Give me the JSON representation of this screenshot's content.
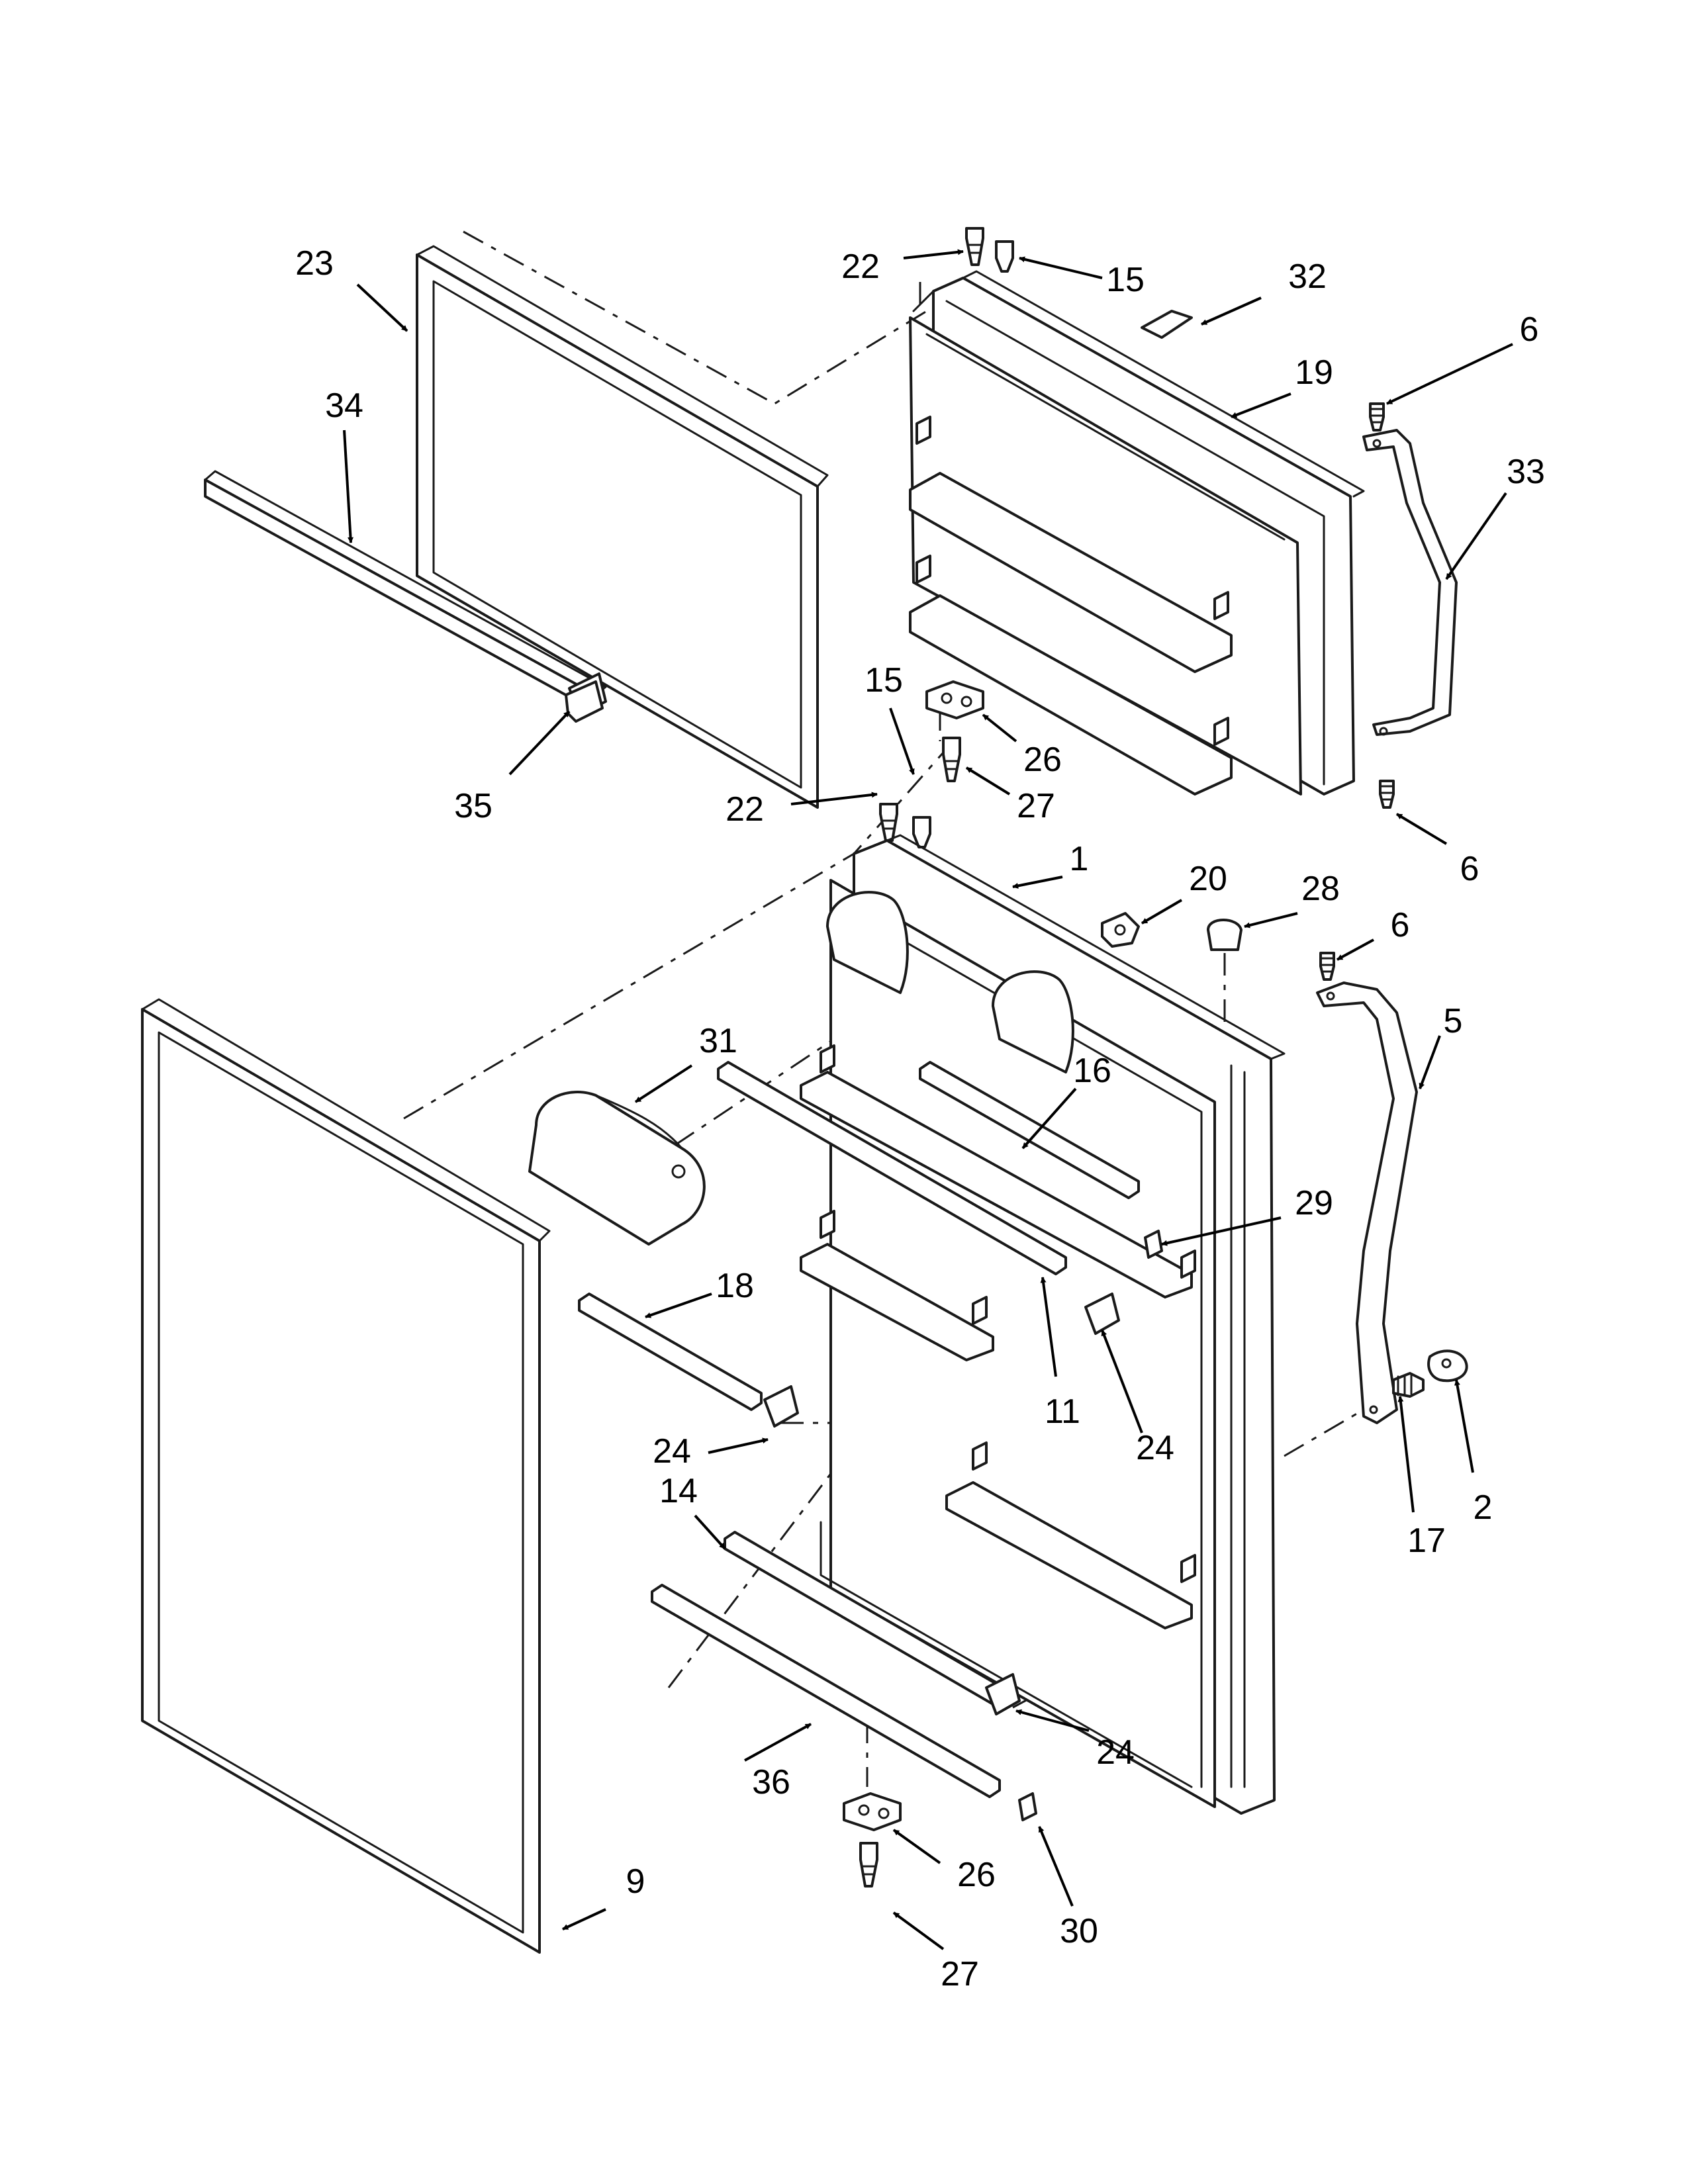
{
  "callouts": [
    {
      "id": "c23a",
      "label": "23"
    },
    {
      "id": "c34",
      "label": "34"
    },
    {
      "id": "c35",
      "label": "35"
    },
    {
      "id": "c22a",
      "label": "22"
    },
    {
      "id": "c15a",
      "label": "15"
    },
    {
      "id": "c32",
      "label": "32"
    },
    {
      "id": "c19",
      "label": "19"
    },
    {
      "id": "c6a",
      "label": "6"
    },
    {
      "id": "c33",
      "label": "33"
    },
    {
      "id": "c15b",
      "label": "15"
    },
    {
      "id": "c26a",
      "label": "26"
    },
    {
      "id": "c27a",
      "label": "27"
    },
    {
      "id": "c6b",
      "label": "6"
    },
    {
      "id": "c22b",
      "label": "22"
    },
    {
      "id": "c1",
      "label": "1"
    },
    {
      "id": "c20",
      "label": "20"
    },
    {
      "id": "c28",
      "label": "28"
    },
    {
      "id": "c6c",
      "label": "6"
    },
    {
      "id": "c31",
      "label": "31"
    },
    {
      "id": "c16",
      "label": "16"
    },
    {
      "id": "c5",
      "label": "5"
    },
    {
      "id": "c29",
      "label": "29"
    },
    {
      "id": "c18",
      "label": "18"
    },
    {
      "id": "c11",
      "label": "11"
    },
    {
      "id": "c24a",
      "label": "24"
    },
    {
      "id": "c24b",
      "label": "24"
    },
    {
      "id": "c14",
      "label": "14"
    },
    {
      "id": "c17",
      "label": "17"
    },
    {
      "id": "c2",
      "label": "2"
    },
    {
      "id": "c24c",
      "label": "24"
    },
    {
      "id": "c36",
      "label": "36"
    },
    {
      "id": "c26b",
      "label": "26"
    },
    {
      "id": "c30",
      "label": "30"
    },
    {
      "id": "c9",
      "label": "9"
    },
    {
      "id": "c27b",
      "label": "27"
    }
  ]
}
